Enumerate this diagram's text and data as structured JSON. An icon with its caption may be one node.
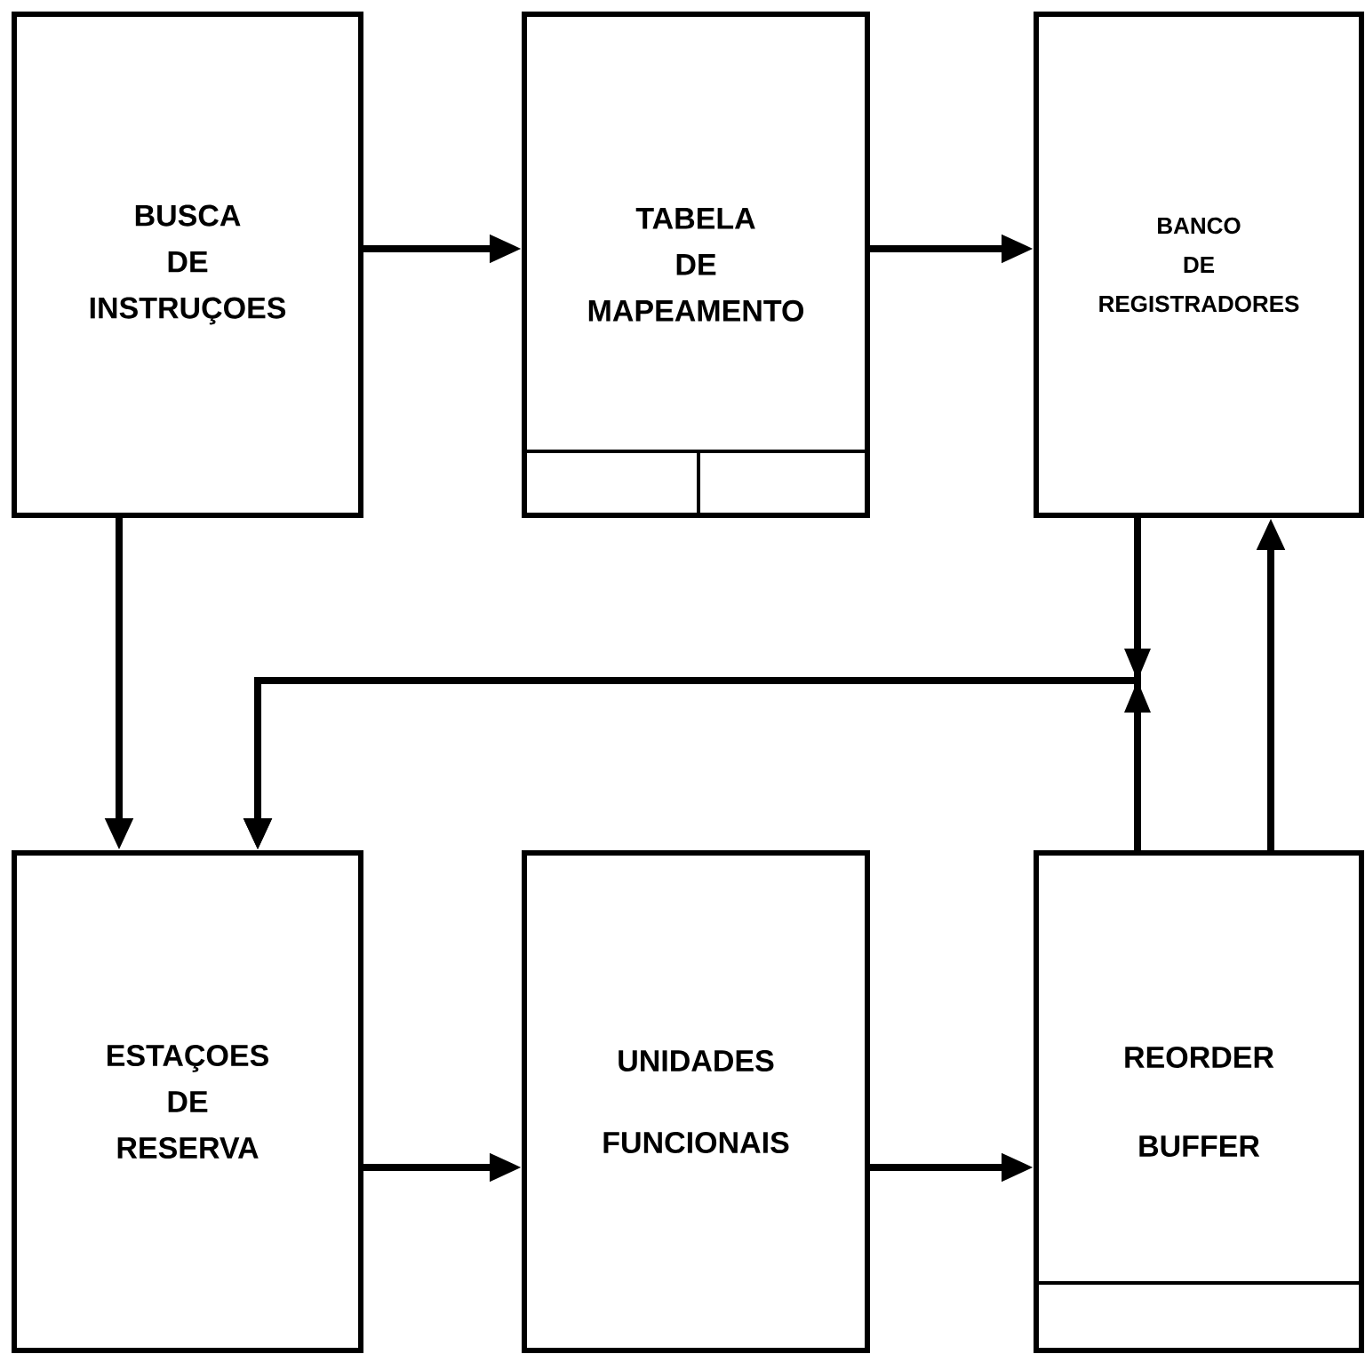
{
  "diagram": {
    "nodes": [
      {
        "text": [
          "BUSCA DE INSTRUÇOES"
        ]
      },
      {
        "text": [
          "TABELA DE MAPEAMENTO"
        ]
      },
      {
        "text": [
          "BANCO DE REGISTRADORES"
        ]
      },
      {
        "text": [
          "ESTAÇOES DE RESERVA"
        ]
      },
      {
        "text": [
          "UNIDADES FUNCIONAIS"
        ]
      },
      {
        "text": [
          "REORDER BUFFER"
        ]
      }
    ],
    "edges": [
      {
        "from": 0,
        "to": 1,
        "arrow": "to"
      },
      {
        "from": 1,
        "to": 2,
        "arrow": "to"
      },
      {
        "from": 0,
        "to": 3,
        "arrow": "to"
      },
      {
        "from": 3,
        "to": 4,
        "arrow": "to"
      },
      {
        "from": 4,
        "to": 5,
        "arrow": "to"
      },
      {
        "from": 2,
        "to": 3,
        "arrow": "to"
      },
      {
        "from": 5,
        "to": 3,
        "arrow": "to"
      },
      {
        "from": 5,
        "to": 2,
        "arrow": "to"
      }
    ]
  }
}
